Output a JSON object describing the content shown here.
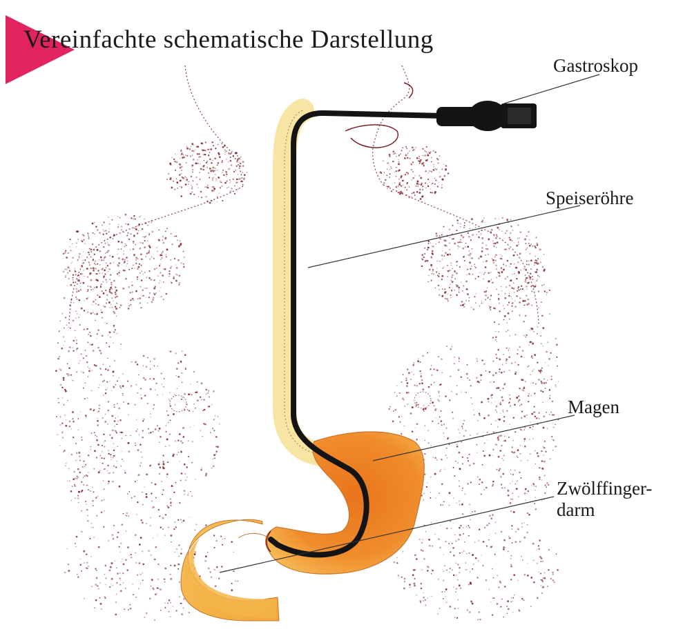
{
  "title": "Vereinfachte schematische Darstellung",
  "labels": {
    "gastroskop": "Gastroskop",
    "speiseroehre": "Speiseröhre",
    "magen": "Magen",
    "zwoelffinger_line1": "Zwölffinger-",
    "zwoelffinger_line2": "darm"
  },
  "colors": {
    "accent_triangle": "#e0245e",
    "stipple": "#7a1f24",
    "stomach": "#f08c2c",
    "stomach_highlight": "#f6c25a",
    "esophagus": "#f7e6a3",
    "scope": "#141414"
  }
}
